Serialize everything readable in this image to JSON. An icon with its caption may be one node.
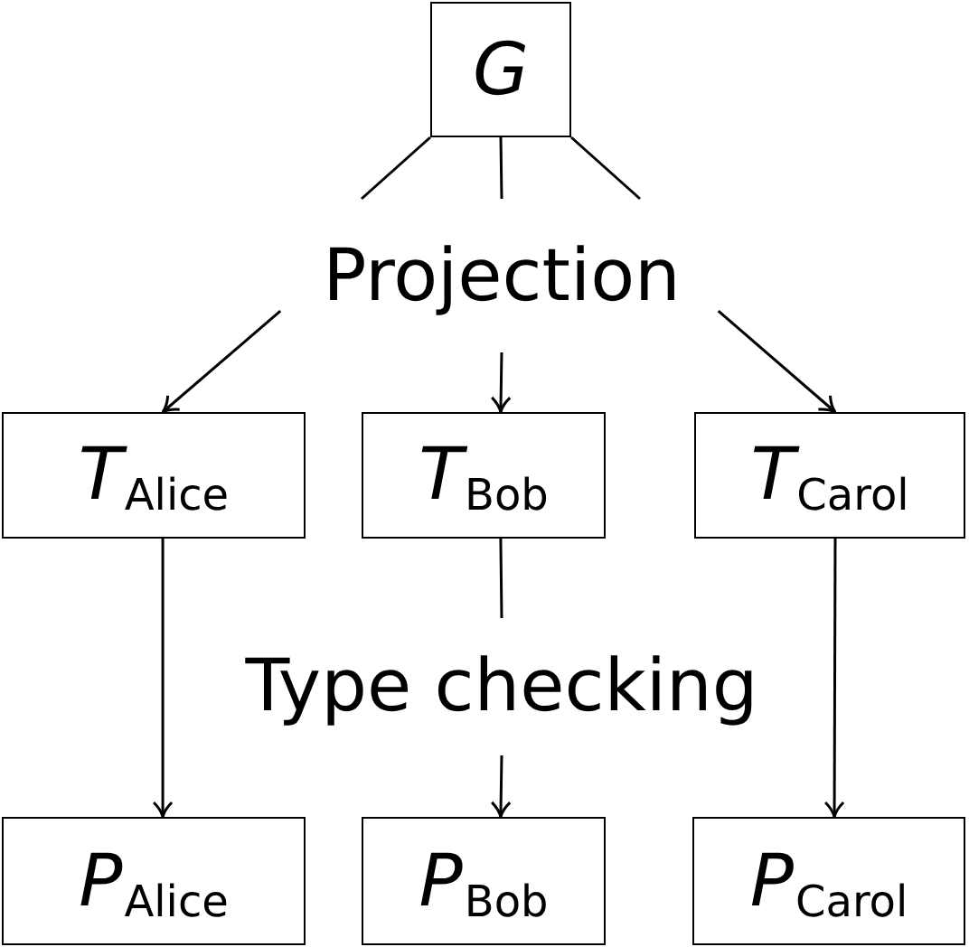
{
  "diagram": {
    "nodes": [
      {
        "text": [
          "G"
        ]
      },
      {
        "text": [
          "*T*$_{Alice}$"
        ]
      },
      {
        "text": [
          "*T*$_{Bob}$"
        ]
      },
      {
        "text": [
          "*T*$_{Carol}$"
        ]
      },
      {
        "text": [
          "*P*$_{Alice}$"
        ]
      },
      {
        "text": [
          "*P*$_{Bob}$"
        ]
      },
      {
        "text": [
          "*P*$_{Carol}$"
        ]
      },
      {
        "text": [
          "Projection"
        ]
      },
      {
        "text": [
          "Type checking"
        ]
      }
    ],
    "edges": [
      {
        "from": 0,
        "to": 7,
        "arrow": "none"
      },
      {
        "from": 0,
        "to": 7,
        "arrow": "none"
      },
      {
        "from": 0,
        "to": 7,
        "arrow": "none"
      },
      {
        "from": 7,
        "to": 1,
        "arrow": "to"
      },
      {
        "from": 7,
        "to": 2,
        "arrow": "to"
      },
      {
        "from": 7,
        "to": 3,
        "arrow": "to"
      },
      {
        "from": 1,
        "to": 4,
        "arrow": "to"
      },
      {
        "from": 2,
        "to": 8,
        "arrow": "none"
      },
      {
        "from": 8,
        "to": 5,
        "arrow": "to"
      },
      {
        "from": 3,
        "to": 6,
        "arrow": "to"
      }
    ]
  }
}
